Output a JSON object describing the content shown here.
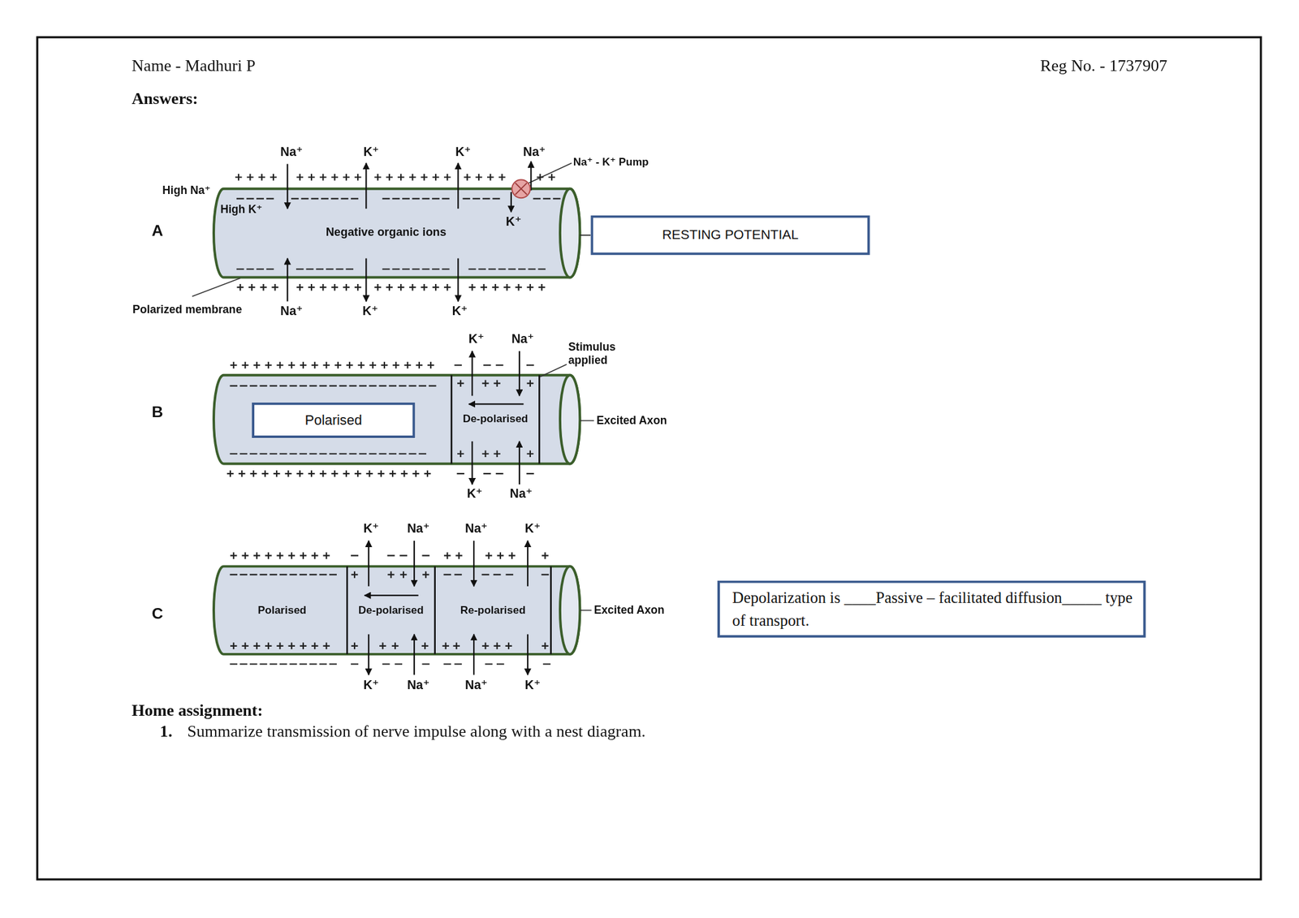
{
  "diagram": {
    "nodes": [
      {
        "text": [
          "High K⁺",
          "Negative organic ions"
        ]
      },
      {
        "text": [
          "RESTING POTENTIAL"
        ]
      },
      {
        "text": [
          "Polarised"
        ]
      },
      {
        "text": [
          "De-polarised"
        ]
      },
      {
        "text": [
          "Polarised"
        ]
      },
      {
        "text": [
          "De-polarised"
        ]
      },
      {
        "text": [
          "Re-polarised"
        ]
      },
      {
        "text": [
          "Depolarization is ____Passive – facilitated diffusion_____ type of transport."
        ]
      }
    ],
    "edges": [
      {
        "from": 0,
        "to": 1,
        "arrow": "none"
      }
    ],
    "labels": [
      "Name - Madhuri P",
      "Reg No. - 1737907",
      "Answers:",
      "Na⁺",
      "K⁺",
      "K⁺",
      "Na⁺",
      "Na⁺ - K⁺ Pump",
      "High Na⁺",
      "A",
      "K⁺",
      "Polarized membrane",
      "Na⁺",
      "K⁺",
      "K⁺",
      "K⁺",
      "Na⁺",
      "Stimulus applied",
      "B",
      "Excited Axon",
      "K⁺",
      "Na⁺",
      "K⁺",
      "Na⁺",
      "Na⁺",
      "K⁺",
      "C",
      "Excited Axon",
      "K⁺",
      "Na⁺",
      "Na⁺",
      "K⁺",
      "Home assignment:",
      "1.",
      "Summarize transmission of nerve impulse along with a nest diagram."
    ]
  }
}
